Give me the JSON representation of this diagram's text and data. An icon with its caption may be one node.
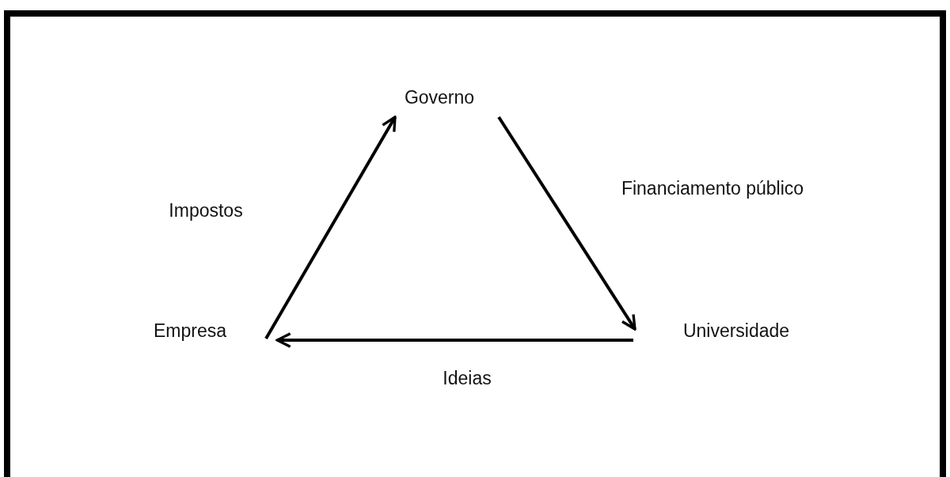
{
  "diagram": {
    "nodes": [
      {
        "text": [
          "Governo"
        ]
      },
      {
        "text": [
          "Empresa"
        ]
      },
      {
        "text": [
          "Universidade"
        ]
      }
    ],
    "edges": [
      {
        "from": 1,
        "to": 0,
        "arrow": "to",
        "label": "Impostos"
      },
      {
        "from": 0,
        "to": 2,
        "arrow": "to",
        "label": "Financiamento público"
      },
      {
        "from": 2,
        "to": 1,
        "arrow": "to",
        "label": "Ideias"
      }
    ]
  }
}
